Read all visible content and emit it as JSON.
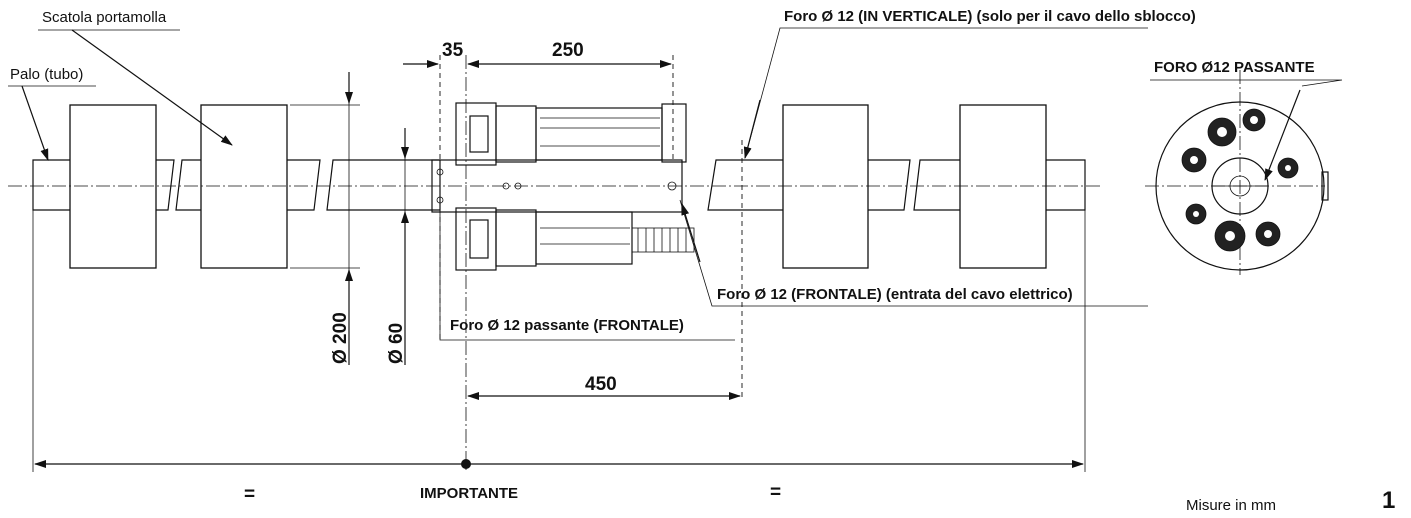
{
  "labels": {
    "spring_box": "Scatola portamolla",
    "pole": "Palo (tubo)",
    "hole_vertical": "Foro Ø 12 (IN VERTICALE) (solo per il cavo dello sblocco)",
    "hole_through_title": "FORO Ø12 PASSANTE",
    "hole_front_cable": "Foro Ø 12 (FRONTALE) (entrata del cavo elettrico)",
    "hole_through_front": "Foro Ø 12 passante (FRONTALE)",
    "important": "IMPORTANTE",
    "equal_left": "=",
    "equal_right": "=",
    "units": "Misure in mm",
    "figure_number": "1"
  },
  "dimensions": {
    "d35": "35",
    "d250": "250",
    "d450": "450",
    "d200": "Ø 200",
    "d60": "Ø 60"
  },
  "colors": {
    "ink": "#111111",
    "paper": "#ffffff"
  }
}
